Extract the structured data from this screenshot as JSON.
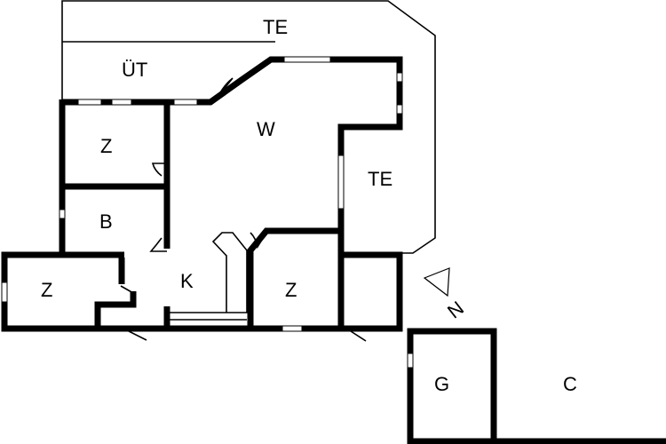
{
  "floorplan": {
    "rooms": [
      {
        "id": "te-top",
        "label": "TE"
      },
      {
        "id": "ut",
        "label": "ÜT"
      },
      {
        "id": "w",
        "label": "W"
      },
      {
        "id": "z1",
        "label": "Z"
      },
      {
        "id": "te-right",
        "label": "TE"
      },
      {
        "id": "b",
        "label": "B"
      },
      {
        "id": "z2",
        "label": "Z"
      },
      {
        "id": "k",
        "label": "K"
      },
      {
        "id": "z3",
        "label": "Z"
      },
      {
        "id": "g",
        "label": "G"
      },
      {
        "id": "c",
        "label": "C"
      }
    ],
    "compass": {
      "label": "N",
      "icon": "north-arrow-icon"
    }
  }
}
